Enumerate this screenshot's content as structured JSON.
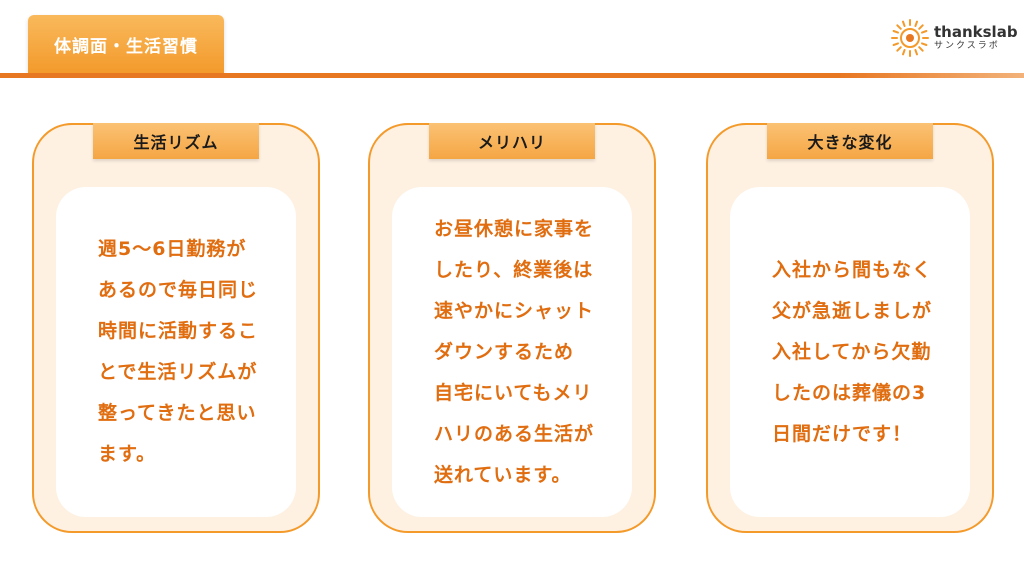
{
  "header": {
    "title": "体調面・生活習慣"
  },
  "logo": {
    "name": "thankslab",
    "sub": "サンクスラボ"
  },
  "cards": [
    {
      "label": "生活リズム",
      "text": "週5～6日勤務が\nあるので毎日同じ\n時間に活動するこ\nとで生活リズムが\n整ってきたと思い\nます。"
    },
    {
      "label": "メリハリ",
      "text": "お昼休憩に家事を\nしたり、終業後は\n速やかにシャット\nダウンするため\n自宅にいてもメリ\nハリのある生活が\n送れています。"
    },
    {
      "label": "大きな変化",
      "text": "入社から間もなく\n父が急逝しましが\n入社してから欠勤\nしたのは葬儀の3\n日間だけです！"
    }
  ]
}
